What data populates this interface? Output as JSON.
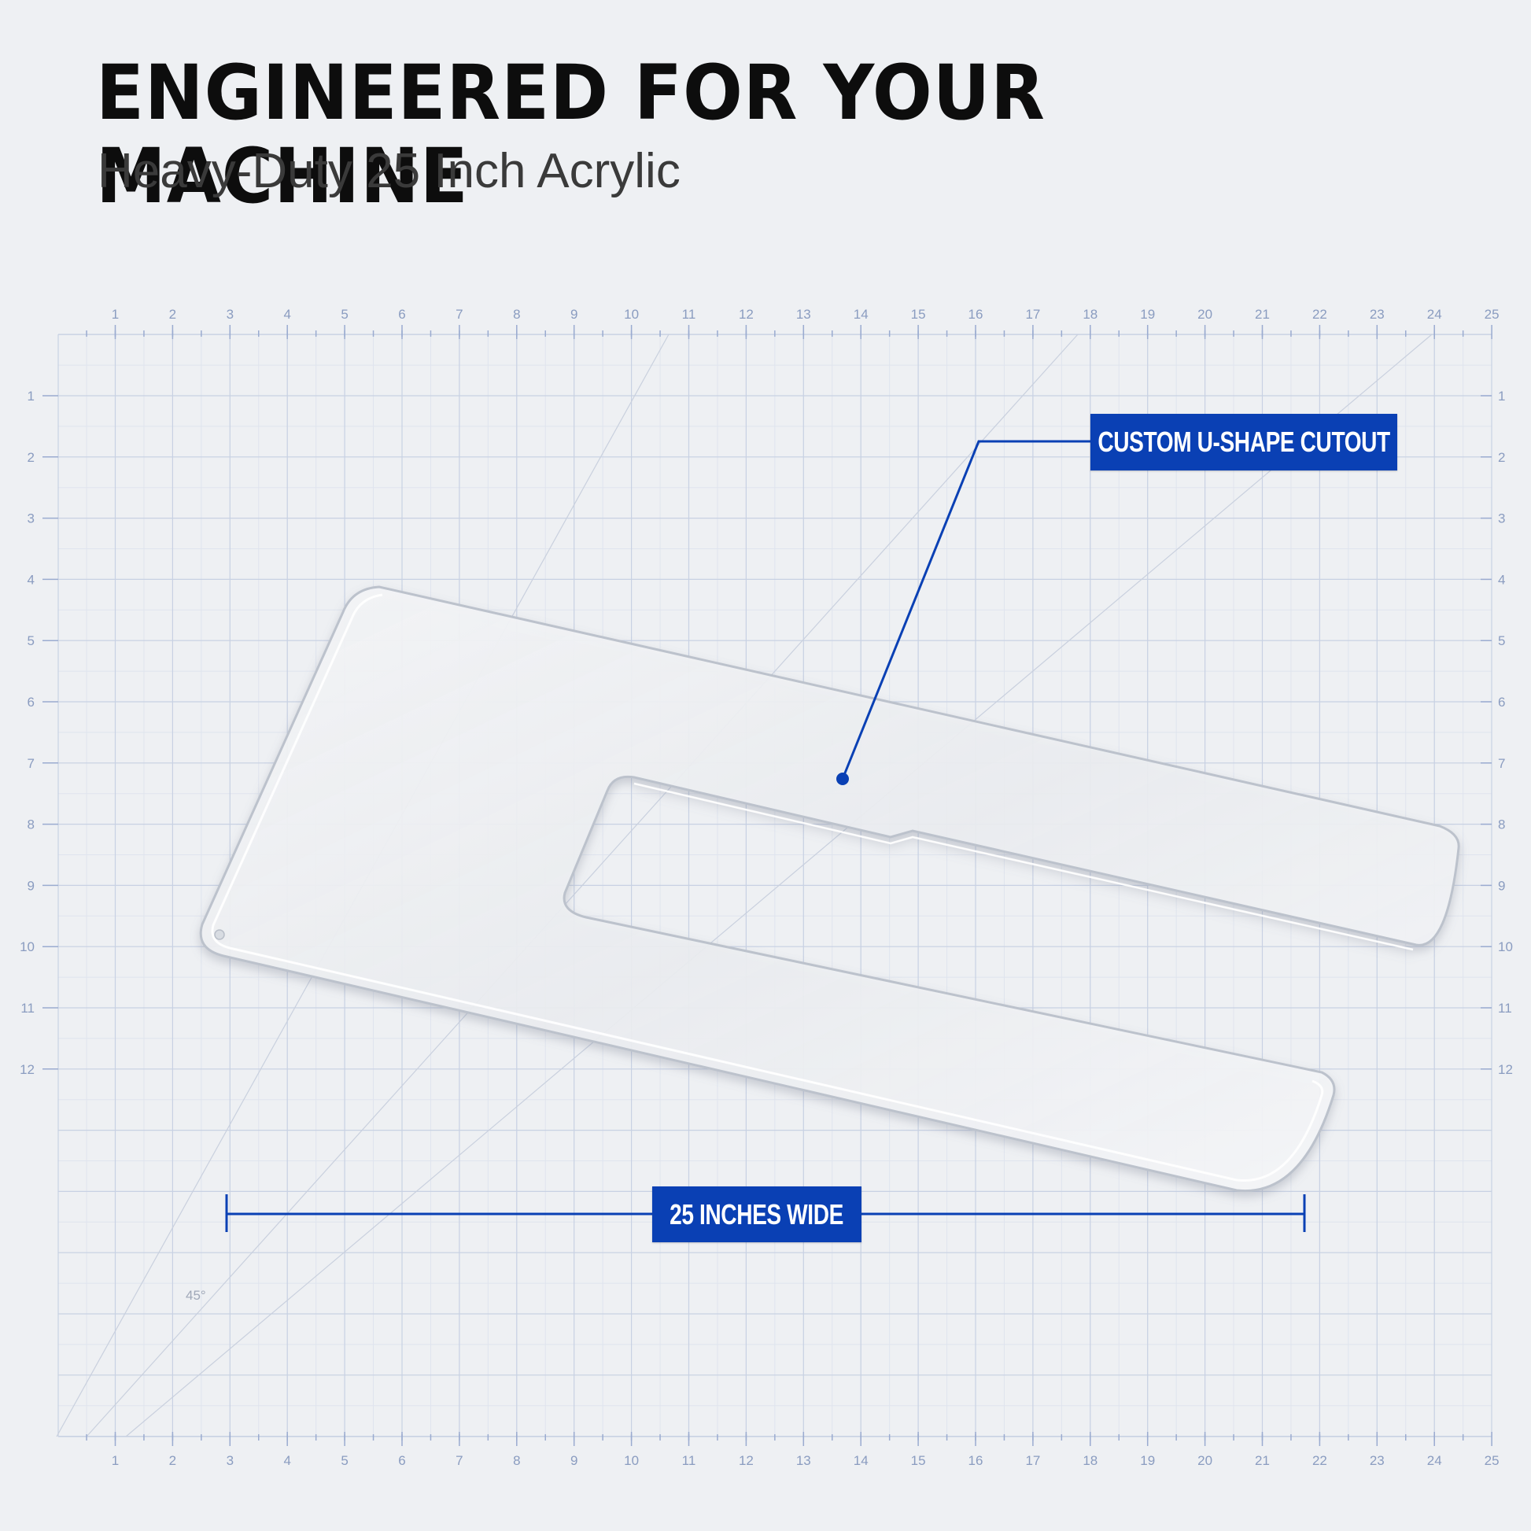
{
  "header": {
    "title": "ENGINEERED FOR YOUR MACHINE",
    "subtitle": "Heavy-Duty 25 Inch Acrylic"
  },
  "ruler": {
    "horizontal_labels": [
      "1",
      "2",
      "3",
      "4",
      "5",
      "6",
      "7",
      "8",
      "9",
      "10",
      "11",
      "12",
      "13",
      "14",
      "15",
      "16",
      "17",
      "18",
      "19",
      "20",
      "21",
      "22",
      "23",
      "24",
      "25"
    ],
    "vertical_labels": [
      "1",
      "2",
      "3",
      "4",
      "5",
      "6",
      "7",
      "8",
      "9",
      "10",
      "11",
      "12"
    ],
    "angle_label": "45°"
  },
  "callouts": {
    "cutout": "CUSTOM U-SHAPE CUTOUT",
    "width": "25 INCHES WIDE"
  },
  "colors": {
    "background": "#eef0f3",
    "grid_line": "#cdd5e4",
    "ruler_text": "#8a9cc0",
    "accent_blue": "#0a40b4",
    "title_text": "#0d0d0d"
  },
  "icons": {
    "product": "acrylic-u-shape-table-icon"
  }
}
